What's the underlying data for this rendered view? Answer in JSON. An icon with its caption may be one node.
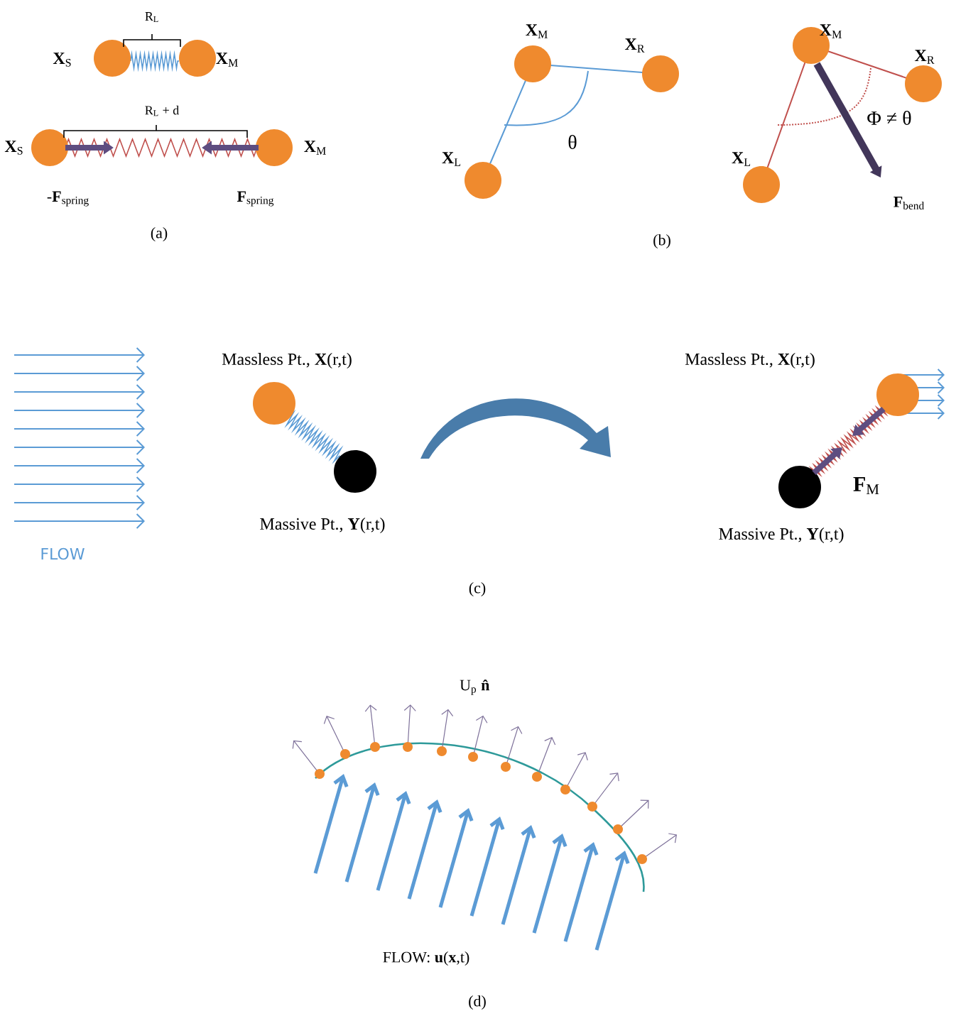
{
  "diagram": {
    "labels": [
      "R$_{L}$",
      "**X**$_{S}$",
      "**X**$_{M}$",
      "R$_{L}$ + d",
      "**X**$_{S}$",
      "**X**$_{M}$",
      "-**F**$_{spring}$",
      "**F**$_{spring}$",
      "(a)",
      "**X**$_{M}$",
      "**X**$_{R}$",
      "**X**$_{L}$",
      "θ",
      "**X**$_{M}$",
      "**X**$_{R}$",
      "Φ ≠ θ",
      "**X**$_{L}$",
      "**F**$_{bend}$",
      "(b)",
      "Massless Pt., **X**(r,t)",
      "Massless Pt., **X**(r,t)",
      "**F**$_{M}$",
      "Massive Pt., **Y**(r,t)",
      "Massive Pt., **Y**(r,t)",
      "FLOW",
      "(c)",
      "U$_{p}$ **n̂**",
      "FLOW: **u**(**x**,t)",
      "(d)"
    ]
  }
}
